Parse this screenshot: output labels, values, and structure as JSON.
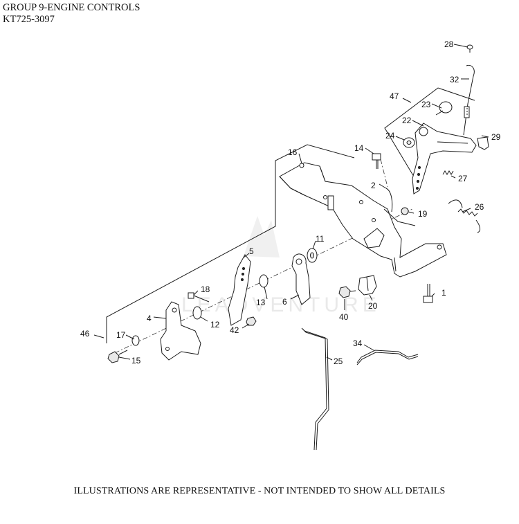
{
  "header": {
    "title": "GROUP 9-ENGINE CONTROLS",
    "model": "KT725-3097"
  },
  "footer": {
    "disclaimer": "ILLUSTRATIONS ARE REPRESENTATIVE - NOT INTENDED TO SHOW ALL DETAILS"
  },
  "watermark": {
    "text": "LEADVENTURE"
  },
  "callouts": {
    "c1": "1",
    "c2": "2",
    "c4": "4",
    "c5": "5",
    "c6": "6",
    "c11": "11",
    "c12": "12",
    "c13": "13",
    "c14": "14",
    "c15": "15",
    "c16": "16",
    "c17": "17",
    "c18": "18",
    "c19": "19",
    "c20": "20",
    "c22": "22",
    "c23": "23",
    "c24": "24",
    "c25": "25",
    "c26": "26",
    "c27": "27",
    "c28": "28",
    "c29": "29",
    "c32": "32",
    "c34": "34",
    "c40": "40",
    "c42": "42",
    "c46": "46",
    "c47": "47"
  }
}
